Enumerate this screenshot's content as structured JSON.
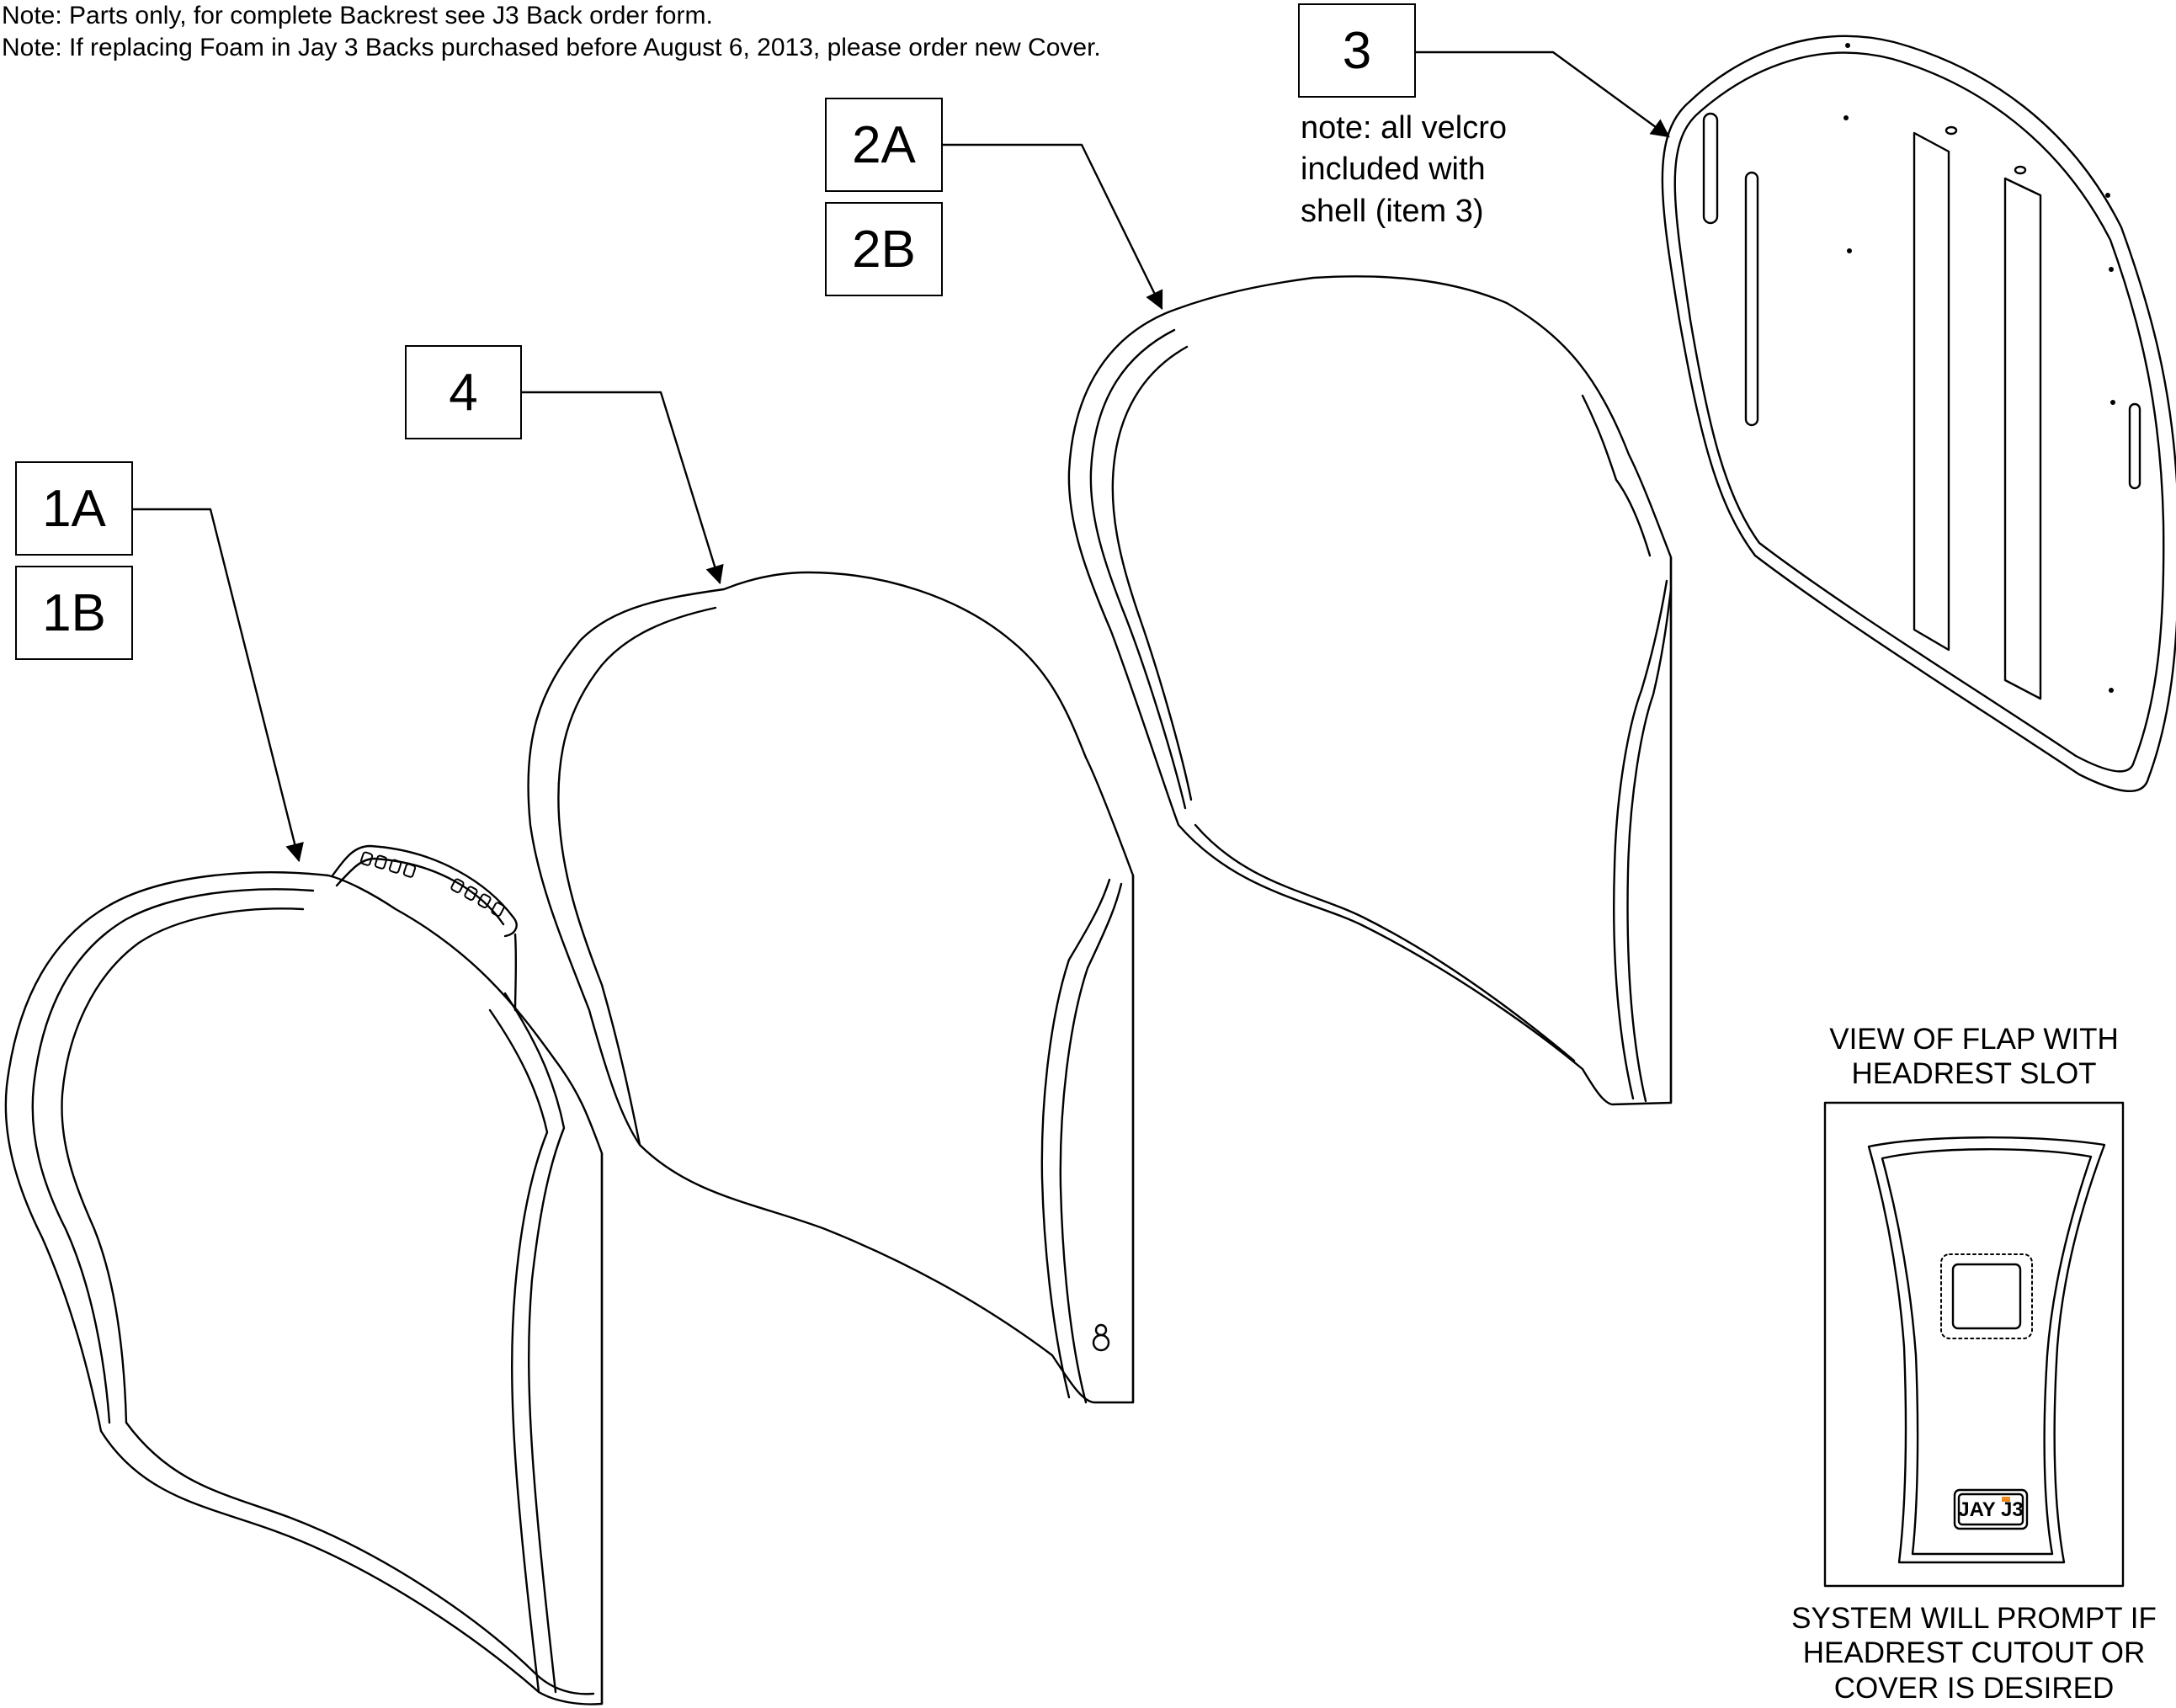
{
  "notes": [
    "Note: Parts only, for complete Backrest see J3 Back order form.",
    "Note: If replacing Foam in Jay 3 Backs purchased before August 6, 2013, please order new Cover."
  ],
  "labels": {
    "l1a": "1A",
    "l1b": "1B",
    "l2a": "2A",
    "l2b": "2B",
    "l3": "3",
    "l4": "4"
  },
  "velcro_note": [
    "note: all velcro",
    "included with",
    "shell (item 3)"
  ],
  "flap_view": {
    "title": [
      "VIEW OF FLAP WITH",
      "HEADREST SLOT"
    ],
    "footer": [
      "SYSTEM WILL PROMPT IF",
      "HEADREST CUTOUT OR",
      "COVER IS DESIRED"
    ],
    "logo_text": "JAY J3",
    "logo_accent": "#f08a1c"
  }
}
